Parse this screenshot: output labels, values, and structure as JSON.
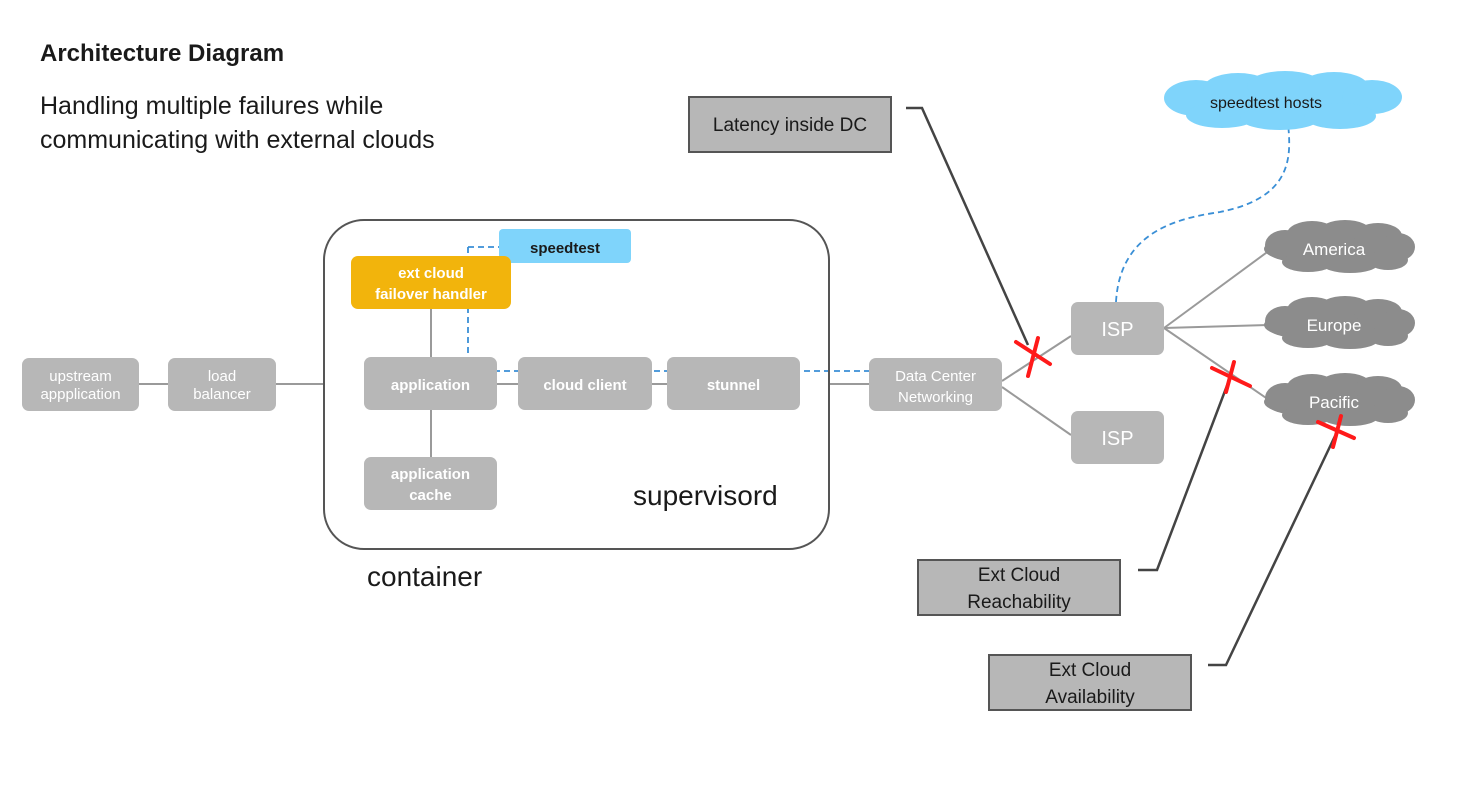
{
  "title": "Architecture Diagram",
  "subtitle": {
    "line1": "Handling multiple failures while",
    "line2": "communicating with external clouds"
  },
  "nodes": {
    "upstream": {
      "line1": "upstream",
      "line2": "appplication"
    },
    "load_balancer": {
      "line1": "load",
      "line2": "balancer"
    },
    "ext_cloud_failover": {
      "line1": "ext cloud",
      "line2": "failover handler"
    },
    "speedtest": "speedtest",
    "application": "application",
    "cloud_client": "cloud client",
    "stunnel": "stunnel",
    "application_cache": {
      "line1": "application",
      "line2": "cache"
    },
    "supervisord": "supervisord",
    "container": "container",
    "data_center": {
      "line1": "Data Center",
      "line2": "Networking"
    },
    "isp_top": "ISP",
    "isp_bottom": "ISP"
  },
  "clouds": {
    "speedtest_hosts": "speedtest hosts",
    "america": "America",
    "europe": "Europe",
    "pacific": "Pacific"
  },
  "annotations": {
    "latency": "Latency inside DC",
    "reachability": {
      "line1": "Ext Cloud",
      "line2": "Reachability"
    },
    "availability": {
      "line1": "Ext Cloud",
      "line2": "Availability"
    }
  },
  "colors": {
    "node_gray": "#b7b7b7",
    "failover_handler": "#f2b40c",
    "speedtest": "#7fd4fb",
    "cloud_gray": "#8c8c8c",
    "failure_mark": "#ff1a1a",
    "dashed_link": "#3a8fd6"
  }
}
